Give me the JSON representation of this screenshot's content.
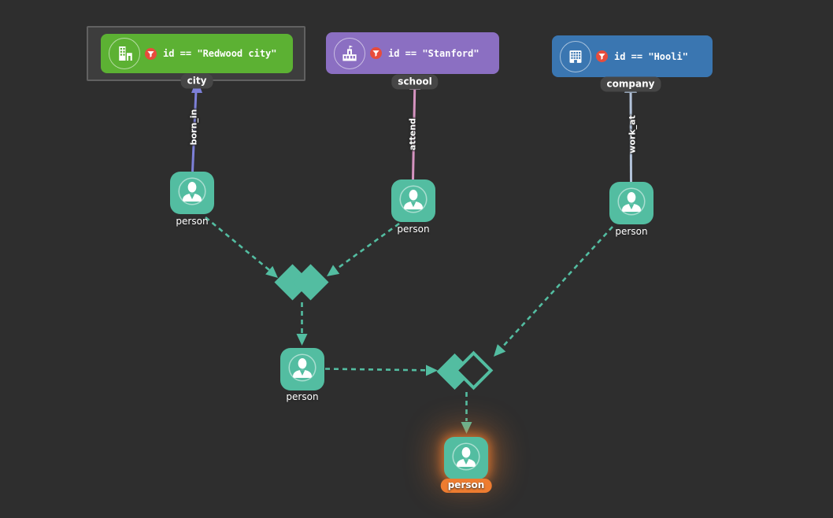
{
  "canvas": {
    "background_color": "#2e2e2e"
  },
  "graph": {
    "tag_nodes": [
      {
        "label": "city",
        "condition": "id == \"Redwood city\"",
        "color": "#5cb133",
        "icon": "city-icon",
        "selected": true
      },
      {
        "label": "school",
        "condition": "id == \"Stanford\"",
        "color": "#8b6fc2",
        "icon": "school-icon",
        "selected": false
      },
      {
        "label": "company",
        "condition": "id == \"Hooli\"",
        "color": "#3a76b1",
        "icon": "company-icon",
        "selected": false
      }
    ],
    "person_nodes": [
      {
        "label": "person",
        "highlighted": false
      },
      {
        "label": "person",
        "highlighted": false
      },
      {
        "label": "person",
        "highlighted": false
      },
      {
        "label": "person",
        "highlighted": false
      },
      {
        "label": "person",
        "highlighted": true
      }
    ],
    "edges": [
      {
        "label": "born_in",
        "color": "#7d80d8",
        "from": "person",
        "to": "city"
      },
      {
        "label": "attend",
        "color": "#d593c0",
        "from": "person",
        "to": "school"
      },
      {
        "label": "work_at",
        "color": "#b3c3da",
        "from": "person",
        "to": "company"
      }
    ],
    "join_color": "#53bda1",
    "highlight_color": "#ee7c30",
    "filter_badge_color": "#e74c3c"
  }
}
